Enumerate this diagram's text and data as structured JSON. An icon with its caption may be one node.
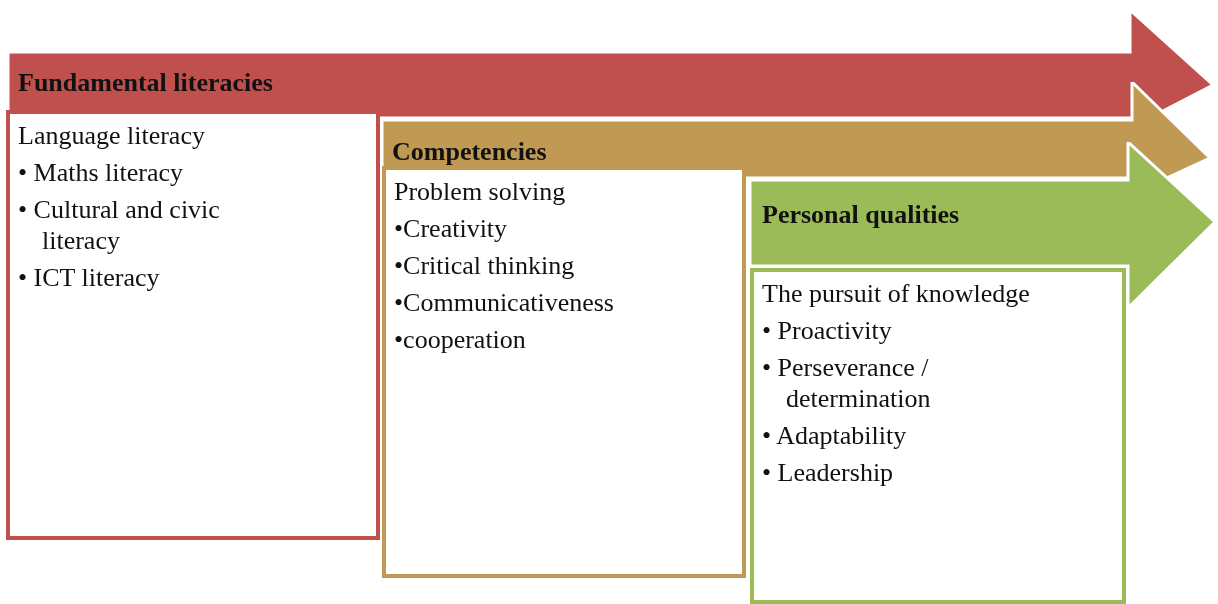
{
  "diagram": {
    "nodes": [
      {
        "text": [
          "Fundamental literacies"
        ]
      },
      {
        "text": [
          "Language literacy",
          "• Maths literacy",
          "• Cultural and civic literacy",
          "• ICT literacy"
        ]
      },
      {
        "text": [
          "Competencies"
        ]
      },
      {
        "text": [
          "Problem solving",
          "•Creativity",
          "•Critical thinking",
          "•Communicativeness",
          "•cooperation"
        ]
      },
      {
        "text": [
          "Personal qualities"
        ]
      },
      {
        "text": [
          "The pursuit of knowledge",
          "• Proactivity",
          "• Perseverance / determination",
          "• Adaptability",
          "• Leadership"
        ]
      }
    ],
    "edges": []
  }
}
